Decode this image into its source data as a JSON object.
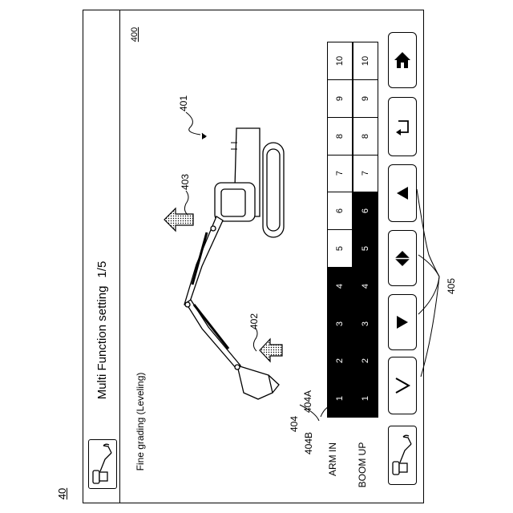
{
  "figure_ref": "40",
  "screen_ref": "400",
  "title": "Multi Function setting",
  "page_indicator": "1/5",
  "subtitle": "Fine grading (Leveling)",
  "refs": {
    "machine": "401",
    "bucket_arrow": "402",
    "boom_arrow": "403",
    "bar_group": "404",
    "arm_bar": "404A",
    "boom_bar": "404B",
    "buttons": "405"
  },
  "rows": [
    {
      "label": "ARM IN",
      "level": 4,
      "max": 10,
      "ticks": [
        "1",
        "2",
        "3",
        "4",
        "5",
        "6",
        "7",
        "8",
        "9",
        "10"
      ]
    },
    {
      "label": "BOOM UP",
      "level": 6,
      "max": 10,
      "ticks": [
        "1",
        "2",
        "3",
        "4",
        "5",
        "6",
        "7",
        "8",
        "9",
        "10"
      ]
    }
  ],
  "buttons": [
    {
      "name": "check-button",
      "icon": "check-icon"
    },
    {
      "name": "decrease-button",
      "icon": "triangle-down-icon"
    },
    {
      "name": "select-row-button",
      "icon": "diamond-arrows-icon"
    },
    {
      "name": "increase-button",
      "icon": "triangle-up-icon"
    },
    {
      "name": "back-button",
      "icon": "return-arrow-icon"
    },
    {
      "name": "home-button",
      "icon": "home-icon"
    }
  ]
}
